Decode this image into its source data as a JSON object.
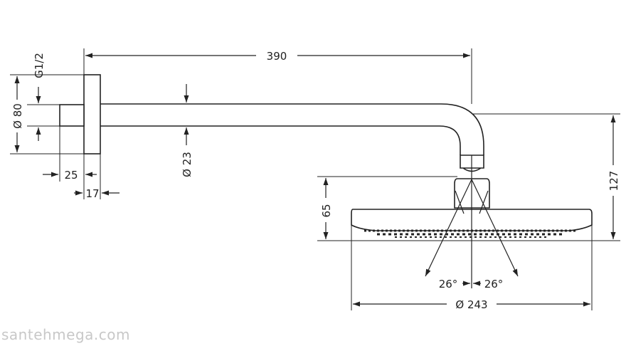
{
  "dimensions": {
    "arm_length": "390",
    "thread": "G1/2",
    "flange_diameter": "Ø 80",
    "arm_diameter": "Ø 23",
    "flange_depth": "25",
    "flange_thickness": "17",
    "head_height": "65",
    "total_drop": "127",
    "angle_left": "26°",
    "angle_right": "26°",
    "head_diameter": "Ø 243"
  },
  "watermark": "santehmega.com"
}
